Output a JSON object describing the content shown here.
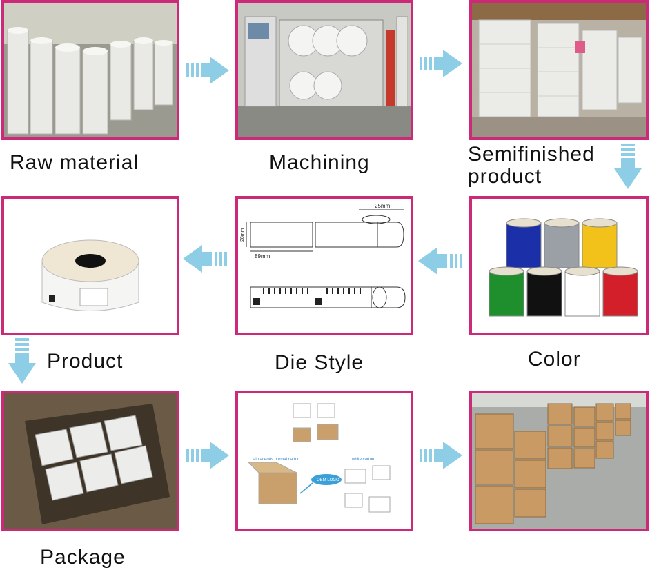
{
  "steps": [
    {
      "label": "Raw material"
    },
    {
      "label": "Machining"
    },
    {
      "label": "Semifinished product"
    },
    {
      "label": "Color"
    },
    {
      "label": "Die Style"
    },
    {
      "label": "Product"
    },
    {
      "label": "Package"
    }
  ],
  "die_style": {
    "width_dim": "25mm",
    "height_dim": "28mm",
    "length_dim": "89mm"
  },
  "package_panel": {
    "carton_left": "alutaceous normal carton",
    "carton_right": "white carton",
    "logo_badge": "OEM LOGO"
  },
  "colors": {
    "frame": "#cc2a79",
    "arrow": "#8ecde6",
    "tape_colors": [
      "#1b2fa8",
      "#9aa0a6",
      "#f2c21a",
      "#1f8f2e",
      "#111111",
      "#ffffff",
      "#d21f2a"
    ]
  }
}
